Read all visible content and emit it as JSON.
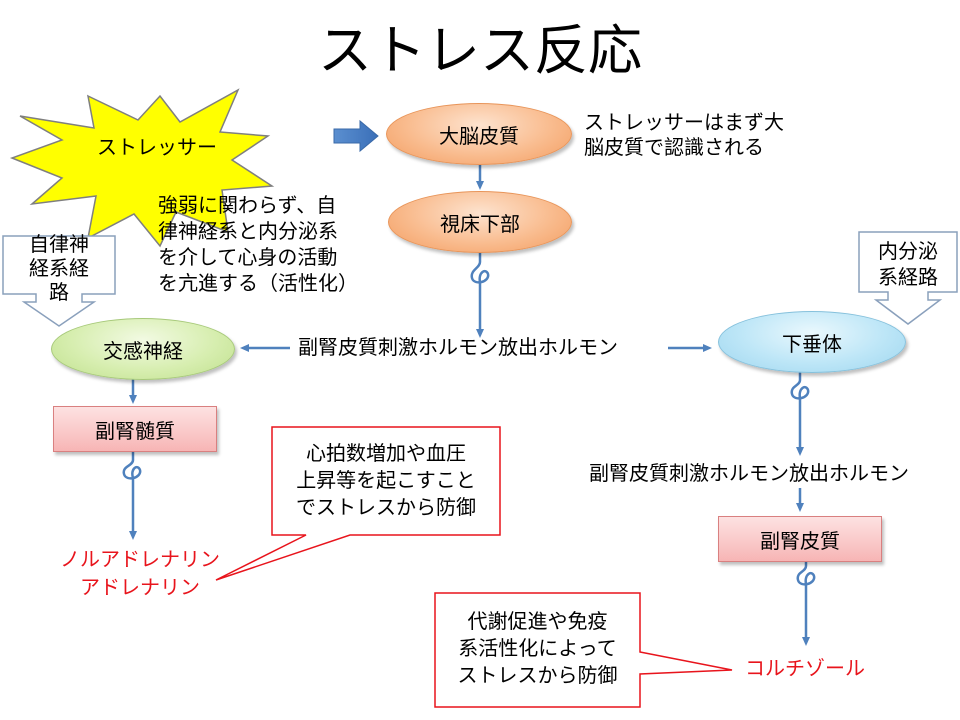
{
  "title": "ストレス反応",
  "stressor_label": "ストレッサー",
  "nodes": {
    "cortex": "大脳皮質",
    "hypothalamus": "視床下部",
    "sympathetic": "交感神経",
    "pituitary": "下垂体",
    "adrenal_medulla": "副腎髄質",
    "adrenal_cortex": "副腎皮質"
  },
  "notes": {
    "cortex_note_line1": "ストレッサーはまず大",
    "cortex_note_line2": "脳皮質で認識される",
    "central_note_line1": "強弱に関わらず、自",
    "central_note_line2": "律神経系と内分泌系",
    "central_note_line3": "を介して心身の活動",
    "central_note_line4": "を亢進する（活性化）"
  },
  "paths": {
    "autonomic_line1": "自律神",
    "autonomic_line2": "経系経",
    "autonomic_line3": "路",
    "endocrine_line1": "内分泌",
    "endocrine_line2": "系経路"
  },
  "hormone_labels": {
    "crh_center": "副腎皮質刺激ホルモン放出ホルモン",
    "crh_right": "副腎皮質刺激ホルモン放出ホルモン"
  },
  "outputs": {
    "noradrenaline": "ノルアドレナリン",
    "adrenaline": "アドレナリン",
    "cortisol": "コルチゾール"
  },
  "callouts": {
    "left_line1": "心拍数増加や血圧",
    "left_line2": "上昇等を起こすこと",
    "left_line3": "でストレスから防御",
    "right_line1": "代謝促進や免疫",
    "right_line2": "系活性化によって",
    "right_line3": "ストレスから防御"
  },
  "colors": {
    "arrow_blue": "#4f81bd",
    "output_red": "#e8141c",
    "burst_fill": "#ffff00",
    "burst_stroke": "#7f7f7f"
  }
}
